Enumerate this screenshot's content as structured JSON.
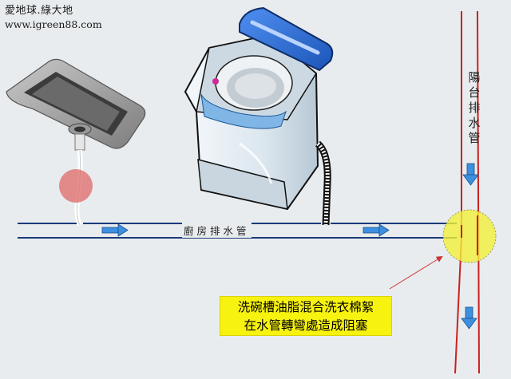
{
  "brand": {
    "title": "愛地球.綠大地",
    "url": "www.igreen88.com"
  },
  "labels": {
    "kitchen_pipe": "廚房排水管",
    "balcony_pipe": [
      "陽",
      "台",
      "排",
      "水",
      "管"
    ]
  },
  "callout": {
    "line1": "洗碗槽油脂混合洗衣棉絮",
    "line2": "在水管轉彎處造成阻塞"
  },
  "colors": {
    "background": "#e9ecee",
    "kitchen_pipe": "#1a3a7a",
    "balcony_pipe": "#cc2020",
    "flow_arrow": "#3d8fe0",
    "callout_fill": "#f7f20f",
    "blockage_zone": "#f2f03a",
    "sink_leak": "#e07070",
    "washer_lid": "#2f6fd6"
  }
}
